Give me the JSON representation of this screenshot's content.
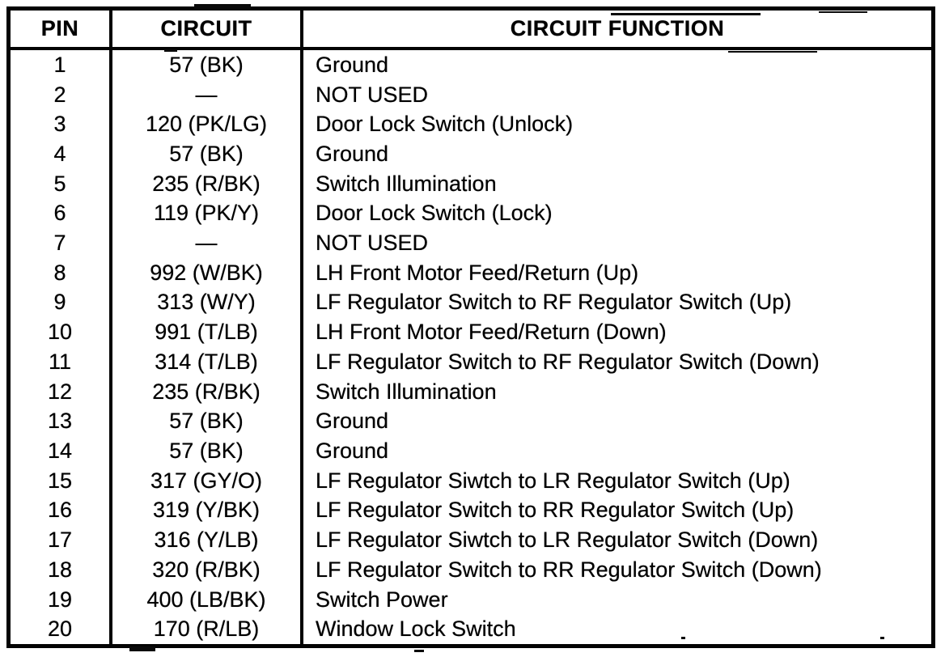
{
  "page": {
    "paper_color": "#ffffff",
    "ink_color": "#000000",
    "kind": "scanned connector pinout table"
  },
  "table": {
    "headers": {
      "pin": "PIN",
      "circuit": "CIRCUIT",
      "function": "CIRCUIT FUNCTION"
    },
    "rows": [
      {
        "pin": "1",
        "circuit": "57 (BK)",
        "function": "Ground"
      },
      {
        "pin": "2",
        "circuit": "—",
        "function": "NOT USED"
      },
      {
        "pin": "3",
        "circuit": "120 (PK/LG)",
        "function": "Door Lock Switch (Unlock)"
      },
      {
        "pin": "4",
        "circuit": "57 (BK)",
        "function": "Ground"
      },
      {
        "pin": "5",
        "circuit": "235 (R/BK)",
        "function": "Switch Illumination"
      },
      {
        "pin": "6",
        "circuit": "119 (PK/Y)",
        "function": "Door Lock Switch (Lock)"
      },
      {
        "pin": "7",
        "circuit": "—",
        "function": "NOT USED"
      },
      {
        "pin": "8",
        "circuit": "992 (W/BK)",
        "function": "LH Front Motor Feed/Return (Up)"
      },
      {
        "pin": "9",
        "circuit": "313 (W/Y)",
        "function": "LF Regulator Switch to RF Regulator Switch (Up)"
      },
      {
        "pin": "10",
        "circuit": "991 (T/LB)",
        "function": "LH Front Motor Feed/Return (Down)"
      },
      {
        "pin": "11",
        "circuit": "314 (T/LB)",
        "function": "LF Regulator Switch to RF Regulator Switch (Down)"
      },
      {
        "pin": "12",
        "circuit": "235 (R/BK)",
        "function": "Switch Illumination"
      },
      {
        "pin": "13",
        "circuit": "57 (BK)",
        "function": "Ground"
      },
      {
        "pin": "14",
        "circuit": "57 (BK)",
        "function": "Ground"
      },
      {
        "pin": "15",
        "circuit": "317 (GY/O)",
        "function": "LF Regulator Siwtch to LR Regulator Switch (Up)"
      },
      {
        "pin": "16",
        "circuit": "319 (Y/BK)",
        "function": "LF Regulator Switch to RR Regulator Switch (Up)"
      },
      {
        "pin": "17",
        "circuit": "316 (Y/LB)",
        "function": "LF Regulator Siwtch to LR Regulator Switch (Down)"
      },
      {
        "pin": "18",
        "circuit": "320 (R/BK)",
        "function": "LF Regulator Switch to RR Regulator Switch (Down)"
      },
      {
        "pin": "19",
        "circuit": "400 (LB/BK)",
        "function": "Switch Power"
      },
      {
        "pin": "20",
        "circuit": "170 (R/LB)",
        "function": "Window Lock Switch"
      }
    ]
  }
}
